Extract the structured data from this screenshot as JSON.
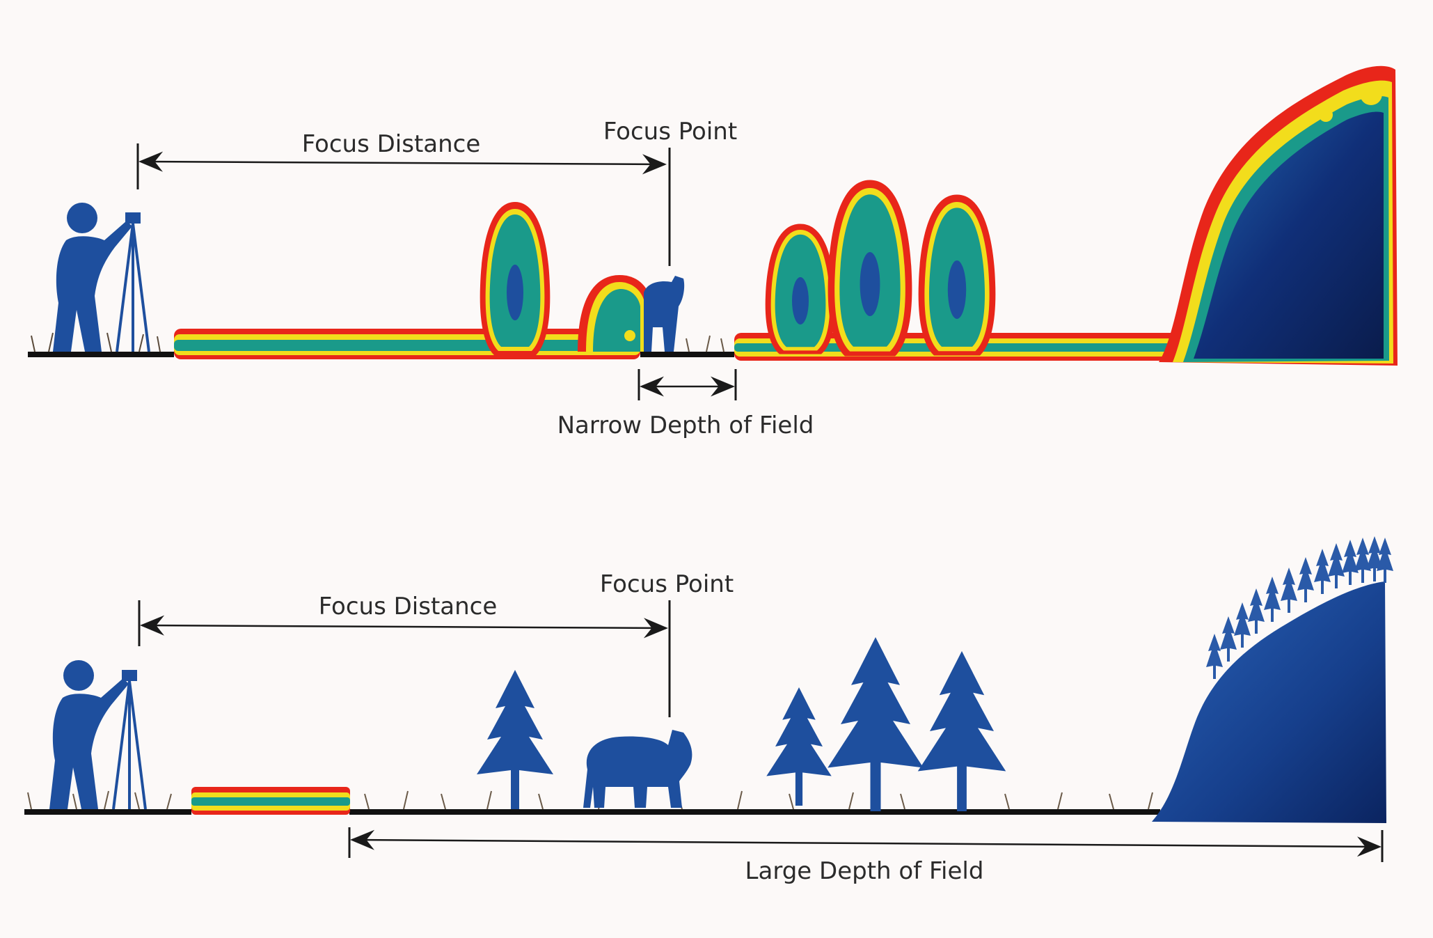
{
  "panels": [
    {
      "id": "narrow",
      "focus_distance_label": "Focus Distance",
      "focus_point_label": "Focus Point",
      "depth_of_field_label": "Narrow Depth of Field"
    },
    {
      "id": "large",
      "focus_distance_label": "Focus Distance",
      "focus_point_label": "Focus Point",
      "depth_of_field_label": "Large Depth of Field"
    }
  ],
  "colors": {
    "background": "#fcf9f8",
    "subject_blue": "#1e4f9e",
    "subject_dark": "#0d2a66",
    "blur_red": "#e8261a",
    "blur_yellow": "#f2dd1c",
    "blur_teal": "#1a9a8a",
    "ground": "#111111",
    "line": "#1a1a1a"
  },
  "icons": {
    "photographer": "photographer-icon",
    "bear": "bear-icon",
    "tree": "tree-icon",
    "hill": "hill-icon"
  }
}
